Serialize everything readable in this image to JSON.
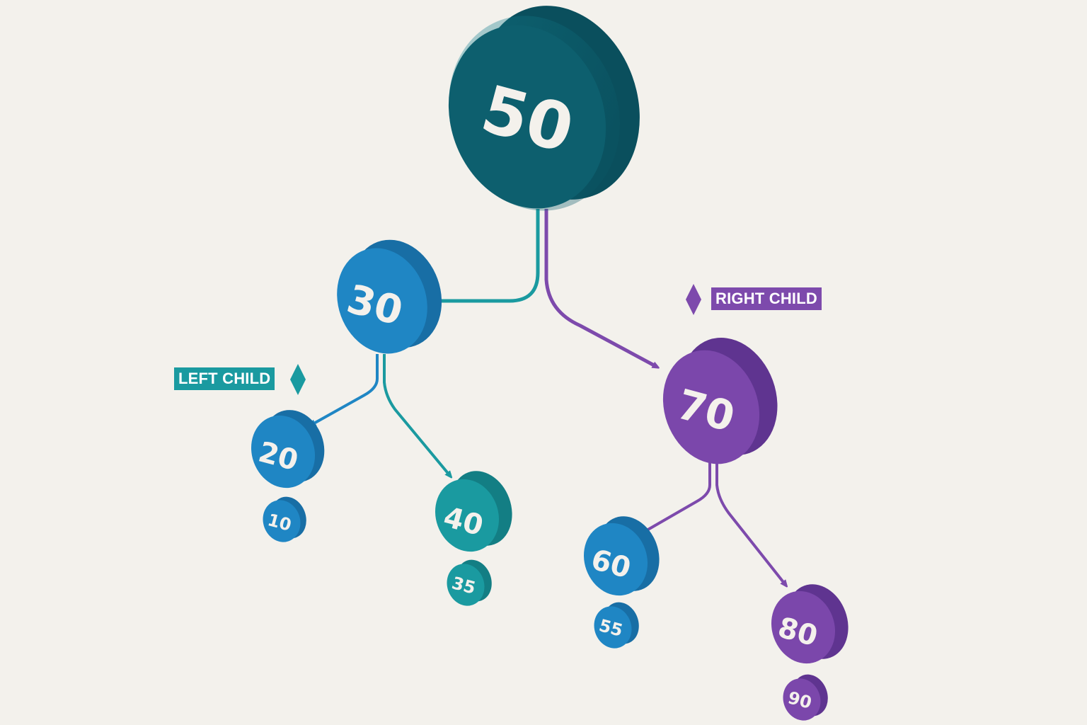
{
  "diagram": {
    "type": "binary-search-tree",
    "colors": {
      "background": "#f3f1ec",
      "root_face": "#0d5f6e",
      "root_side": "#0a4f5d",
      "blue_face": "#1f86c4",
      "blue_side": "#186ea5",
      "teal_face": "#1a9aa0",
      "teal_side": "#137e84",
      "purple_face": "#7b47ab",
      "purple_side": "#5f3490",
      "left_edge": "#1a9aa0",
      "right_edge": "#7d4aac",
      "left_label_bg": "#1a9aa0",
      "right_label_bg": "#7d4aac"
    },
    "nodes": [
      {
        "id": "n50",
        "value": "50",
        "color": "root"
      },
      {
        "id": "n30",
        "value": "30",
        "color": "blue"
      },
      {
        "id": "n70",
        "value": "70",
        "color": "purple"
      },
      {
        "id": "n20",
        "value": "20",
        "color": "blue"
      },
      {
        "id": "n40",
        "value": "40",
        "color": "teal"
      },
      {
        "id": "n60",
        "value": "60",
        "color": "blue"
      },
      {
        "id": "n80",
        "value": "80",
        "color": "purple"
      },
      {
        "id": "n10",
        "value": "10",
        "color": "blue"
      },
      {
        "id": "n35",
        "value": "35",
        "color": "teal"
      },
      {
        "id": "n55",
        "value": "55",
        "color": "blue"
      },
      {
        "id": "n90",
        "value": "90",
        "color": "purple"
      }
    ],
    "edges": [
      {
        "from": "50",
        "to": "30",
        "side": "left"
      },
      {
        "from": "50",
        "to": "70",
        "side": "right"
      },
      {
        "from": "30",
        "to": "20",
        "side": "left"
      },
      {
        "from": "30",
        "to": "40",
        "side": "right"
      },
      {
        "from": "70",
        "to": "60",
        "side": "left"
      },
      {
        "from": "70",
        "to": "80",
        "side": "right"
      }
    ],
    "labels": {
      "left": "LEFT CHILD",
      "right": "RIGHT CHILD"
    }
  }
}
